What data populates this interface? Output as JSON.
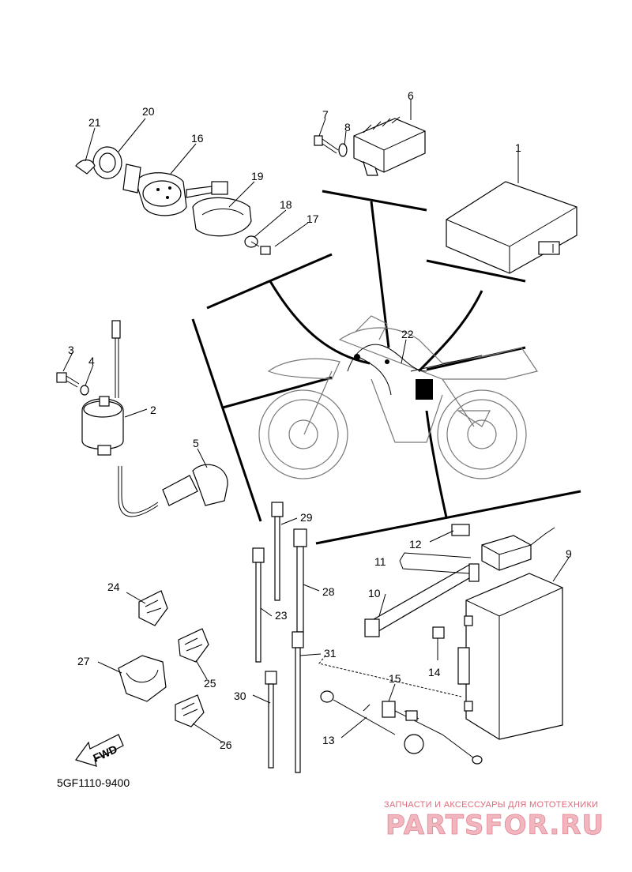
{
  "labels": {
    "p1": "1",
    "p2": "2",
    "p3": "3",
    "p4": "4",
    "p5": "5",
    "p6": "6",
    "p7": "7",
    "p8": "8",
    "p9": "9",
    "p10": "10",
    "p11": "11",
    "p12": "12",
    "p13": "13",
    "p14": "14",
    "p15": "15",
    "p16": "16",
    "p17": "17",
    "p18": "18",
    "p19": "19",
    "p20": "20",
    "p21": "21",
    "p22": "22",
    "p23": "23",
    "p24": "24",
    "p25": "25",
    "p26": "26",
    "p27": "27",
    "p28": "28",
    "p29": "29",
    "p30": "30",
    "p31": "31"
  },
  "fwd_label": "FWD",
  "part_code": "5GF1110-9400",
  "watermark": {
    "tagline": "ЗАПЧАСТИ И АКСЕССУАРЫ ДЛЯ МОТОТЕХНИКИ",
    "brand": "PARTSFOR.RU"
  }
}
